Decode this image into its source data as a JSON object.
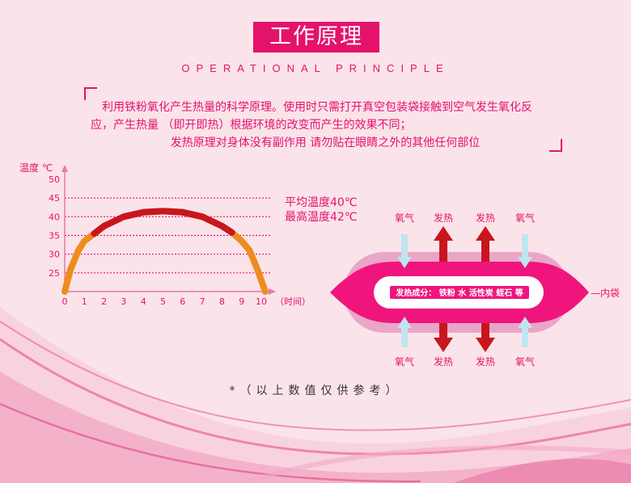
{
  "header": {
    "title": "工作原理",
    "subtitle": "OPERATIONAL PRINCIPLE"
  },
  "description": {
    "line1": "利用铁粉氧化产生热量的科学原理。使用时只需打开真空包装袋接触到空气发生氧化反",
    "line2": "应，产生热量 （即开即热）根据环境的改变而产生的效果不同；",
    "line3": "发热原理对身体没有副作用  请勿贴在眼睛之外的其他任何部位"
  },
  "chart_data": {
    "type": "line",
    "ylabel": "温度 ℃",
    "xlabel": "（时间）",
    "x_ticks": [
      0,
      1,
      2,
      3,
      4,
      5,
      6,
      7,
      8,
      9,
      10
    ],
    "y_ticks": [
      25,
      30,
      35,
      40,
      45,
      50
    ],
    "xlim": [
      0,
      10.5
    ],
    "ylim": [
      20,
      50
    ],
    "reference_lines": [
      45,
      40,
      35,
      30,
      25
    ],
    "annotations": [
      "平均温度40℃",
      "最高温度42℃"
    ],
    "series": [
      {
        "x": [
          0,
          0.3,
          0.7,
          1.0,
          1.5,
          2,
          3,
          4,
          5,
          6,
          7,
          8,
          8.5,
          9,
          9.4,
          9.8,
          10.2
        ],
        "values": [
          20,
          26,
          31,
          33.5,
          35.5,
          37.5,
          40,
          41.2,
          41.5,
          41.2,
          40,
          37.5,
          35.8,
          33.5,
          31,
          26,
          20
        ]
      }
    ],
    "hot_threshold": 35,
    "colors": {
      "warm": "#ee8c1e",
      "hot": "#c8161d",
      "axis": "#e87aa0",
      "ref": "#e4126b"
    }
  },
  "diagram": {
    "ingredients": "发热成分：  铁粉  水  活性炭  蛭石  等",
    "inner_bag_label": "—内袋",
    "top_labels": [
      "氧气",
      "发热",
      "发热",
      "氧气"
    ],
    "bottom_labels": [
      "氧气",
      "发热",
      "发热",
      "氧气"
    ],
    "colors": {
      "magenta": "#f0157d",
      "outer": "#e9a6c6",
      "oxygen_arrow": "#bfe6f0",
      "heat_arrow": "#c8161d"
    }
  },
  "footnote": "*（以上数值仅供参考）"
}
